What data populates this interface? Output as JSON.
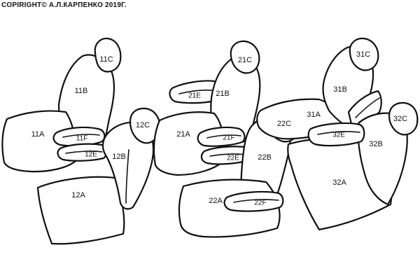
{
  "copyright": "COPIRIGHT© А.Л.КАРПЕНКО 2019Г.",
  "labels": {
    "p11A": "11A",
    "p11B": "11B",
    "p11C": "11C",
    "p11F": "11F",
    "p12E": "12E",
    "p12A": "12A",
    "p12B": "12B",
    "p12C": "12C",
    "p21A": "21A",
    "p21B": "21B",
    "p21C": "21C",
    "p21E": "21E",
    "p21F": "21F",
    "p22E": "22E",
    "p22A": "22A",
    "p22B": "22B",
    "p22C": "22C",
    "p22F": "22F",
    "p31A": "31A",
    "p31B": "31B",
    "p31C": "31C",
    "p32A": "32A",
    "p32B": "32B",
    "p32C": "32C",
    "p32E": "32E"
  },
  "colors": {
    "line": "#111111",
    "fill": "#ffffff"
  }
}
